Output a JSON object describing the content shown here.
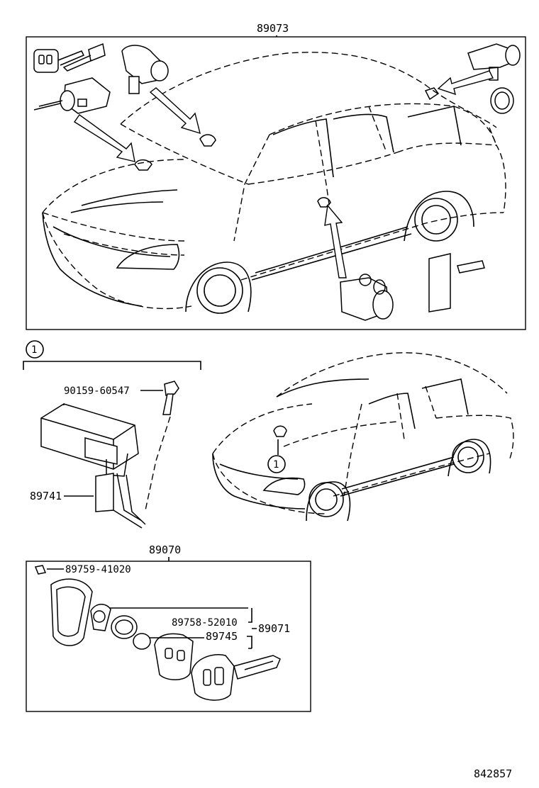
{
  "top_assembly": {
    "number": "89073"
  },
  "ecu_section": {
    "callout": "1",
    "bolt": "90159-60547",
    "ecu": "89741"
  },
  "mid_car": {
    "callout": "1"
  },
  "transmitter_assembly": {
    "number": "89070",
    "screw": "89759-41020",
    "case_part": "89758-52010",
    "battery": "89745",
    "subassembly": "89071"
  },
  "diagram_id": "842857"
}
